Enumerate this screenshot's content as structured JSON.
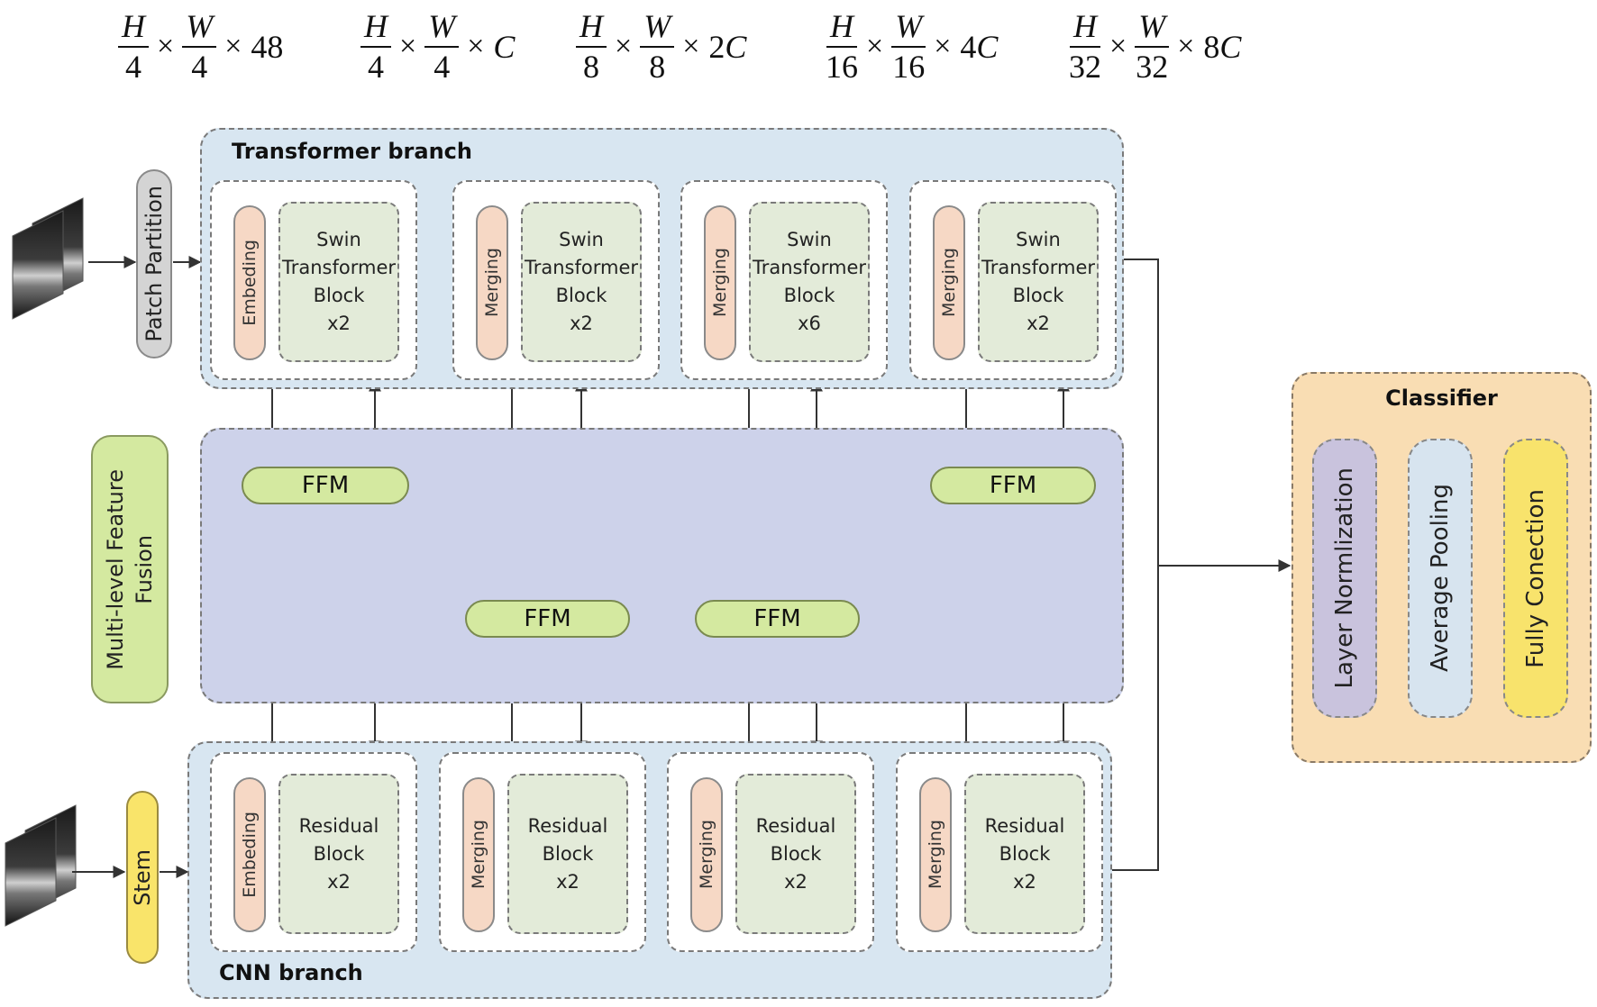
{
  "dimensions": [
    {
      "num1": "H",
      "den1": "4",
      "num2": "W",
      "den2": "4",
      "tail_num": "48",
      "tail_var": ""
    },
    {
      "num1": "H",
      "den1": "4",
      "num2": "W",
      "den2": "4",
      "tail_num": "",
      "tail_var": "C"
    },
    {
      "num1": "H",
      "den1": "8",
      "num2": "W",
      "den2": "8",
      "tail_num": "2",
      "tail_var": "C"
    },
    {
      "num1": "H",
      "den1": "16",
      "num2": "W",
      "den2": "16",
      "tail_num": "4",
      "tail_var": "C"
    },
    {
      "num1": "H",
      "den1": "32",
      "num2": "W",
      "den2": "32",
      "tail_num": "8",
      "tail_var": "C"
    }
  ],
  "times_symbol": "×",
  "transformer": {
    "label": "Transformer branch",
    "input_step": "Patch Partition",
    "stages": [
      {
        "side": "Embeding",
        "block": "Swin\nTransformer\nBlock\nx2"
      },
      {
        "side": "Merging",
        "block": "Swin\nTransformer\nBlock\nx2"
      },
      {
        "side": "Merging",
        "block": "Swin\nTransformer\nBlock\nx6"
      },
      {
        "side": "Merging",
        "block": "Swin\nTransformer\nBlock\nx2"
      }
    ]
  },
  "fusion": {
    "label": "Multi-level Feature\nFusion",
    "modules": [
      "FFM",
      "FFM",
      "FFM",
      "FFM"
    ]
  },
  "cnn": {
    "label": "CNN branch",
    "input_step": "Stem",
    "stages": [
      {
        "side": "Embeding",
        "block": "Residual\nBlock\nx2"
      },
      {
        "side": "Merging",
        "block": "Residual\nBlock\nx2"
      },
      {
        "side": "Merging",
        "block": "Residual\nBlock\nx2"
      },
      {
        "side": "Merging",
        "block": "Residual\nBlock\nx2"
      }
    ]
  },
  "classifier": {
    "title": "Classifier",
    "layers": [
      "Layer Normlization",
      "Average Pooling",
      "Fully Conection"
    ],
    "colors": [
      "#c9c3dd",
      "#d7e4ef",
      "#f8e36c"
    ]
  },
  "colors": {
    "branch_panel": "#d8e6f1",
    "fusion_panel": "#cdd2ea",
    "block_fill": "#e3ebd9",
    "merge_fill": "#f6d8c5",
    "ffm_fill": "#d4e9a0",
    "cross_link": "#e8232a"
  }
}
